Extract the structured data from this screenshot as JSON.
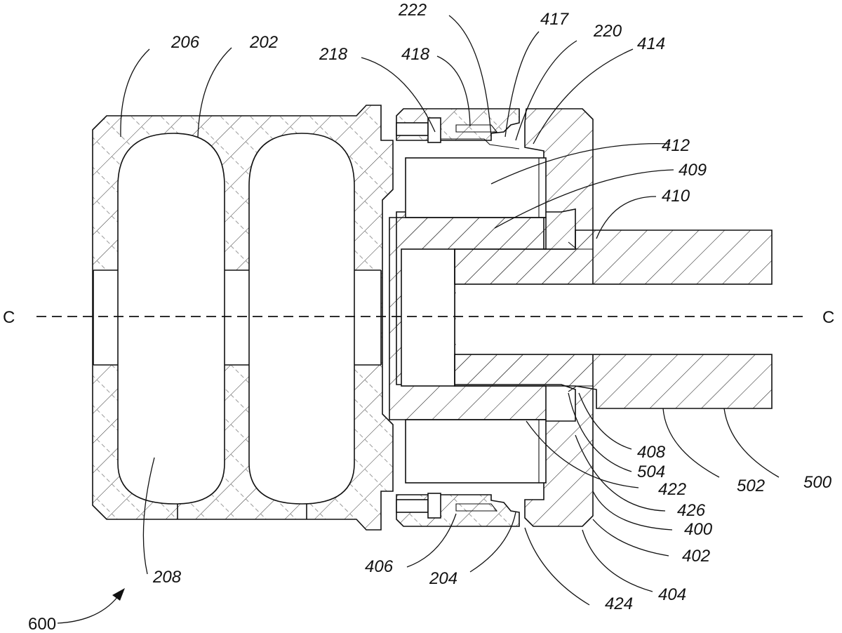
{
  "figure": {
    "reference_numeral": "600",
    "centerline_label_left": "C",
    "centerline_label_right": "C",
    "labels": [
      {
        "id": "206",
        "text": "206"
      },
      {
        "id": "202",
        "text": "202"
      },
      {
        "id": "218",
        "text": "218"
      },
      {
        "id": "418",
        "text": "418"
      },
      {
        "id": "222",
        "text": "222"
      },
      {
        "id": "417",
        "text": "417"
      },
      {
        "id": "220",
        "text": "220"
      },
      {
        "id": "414",
        "text": "414"
      },
      {
        "id": "412",
        "text": "412"
      },
      {
        "id": "409",
        "text": "409"
      },
      {
        "id": "410",
        "text": "410"
      },
      {
        "id": "408",
        "text": "408"
      },
      {
        "id": "504",
        "text": "504"
      },
      {
        "id": "422",
        "text": "422"
      },
      {
        "id": "502",
        "text": "502"
      },
      {
        "id": "500",
        "text": "500"
      },
      {
        "id": "426",
        "text": "426"
      },
      {
        "id": "400",
        "text": "400"
      },
      {
        "id": "402",
        "text": "402"
      },
      {
        "id": "404",
        "text": "404"
      },
      {
        "id": "424",
        "text": "424"
      },
      {
        "id": "204",
        "text": "204"
      },
      {
        "id": "406",
        "text": "406"
      },
      {
        "id": "208",
        "text": "208"
      }
    ]
  }
}
